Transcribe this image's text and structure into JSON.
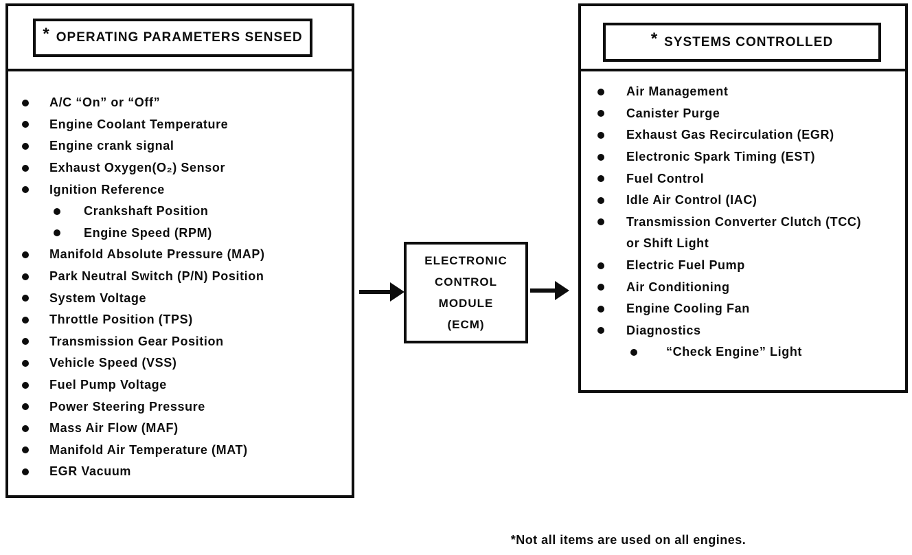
{
  "left_panel": {
    "asterisk": "*",
    "heading": "OPERATING PARAMETERS SENSED",
    "items": [
      {
        "text": "A/C “On” or “Off”",
        "level": "main"
      },
      {
        "text": "Engine Coolant Temperature",
        "level": "main"
      },
      {
        "text": "Engine crank signal",
        "level": "main"
      },
      {
        "text": "Exhaust Oxygen(O₂) Sensor",
        "level": "main"
      },
      {
        "text": "Ignition Reference",
        "level": "main"
      },
      {
        "text": "Crankshaft Position",
        "level": "sub"
      },
      {
        "text": "Engine Speed (RPM)",
        "level": "sub"
      },
      {
        "text": "Manifold Absolute Pressure (MAP)",
        "level": "main"
      },
      {
        "text": "Park Neutral Switch (P/N) Position",
        "level": "main"
      },
      {
        "text": "System Voltage",
        "level": "main"
      },
      {
        "text": "Throttle Position (TPS)",
        "level": "main"
      },
      {
        "text": "Transmission Gear Position",
        "level": "main"
      },
      {
        "text": "Vehicle Speed (VSS)",
        "level": "main"
      },
      {
        "text": "Fuel Pump Voltage",
        "level": "main"
      },
      {
        "text": "Power Steering Pressure",
        "level": "main"
      },
      {
        "text": "Mass Air Flow (MAF)",
        "level": "main"
      },
      {
        "text": "Manifold Air Temperature (MAT)",
        "level": "main"
      },
      {
        "text": "EGR Vacuum",
        "level": "main"
      }
    ]
  },
  "ecm_box": {
    "lines": [
      "ELECTRONIC",
      "CONTROL",
      "MODULE",
      "(ECM)"
    ]
  },
  "right_panel": {
    "asterisk": "*",
    "heading": "SYSTEMS CONTROLLED",
    "items": [
      {
        "text": "Air Management",
        "level": "main"
      },
      {
        "text": "Canister Purge",
        "level": "main"
      },
      {
        "text": "Exhaust Gas Recirculation (EGR)",
        "level": "main"
      },
      {
        "text": "Electronic Spark Timing (EST)",
        "level": "main"
      },
      {
        "text": "Fuel Control",
        "level": "main"
      },
      {
        "text": "Idle Air Control (IAC)",
        "level": "main"
      },
      {
        "text": "Transmission Converter Clutch (TCC)",
        "level": "main"
      },
      {
        "text": "or Shift Light",
        "level": "cont"
      },
      {
        "text": "Electric Fuel Pump",
        "level": "main"
      },
      {
        "text": "Air Conditioning",
        "level": "main"
      },
      {
        "text": "Engine Cooling Fan",
        "level": "main"
      },
      {
        "text": "Diagnostics",
        "level": "main"
      },
      {
        "text": "“Check Engine” Light",
        "level": "sub"
      }
    ]
  },
  "footnote": "*Not all items are used on all engines.",
  "colors": {
    "ink": "#0d0d0d",
    "background": "#ffffff"
  }
}
